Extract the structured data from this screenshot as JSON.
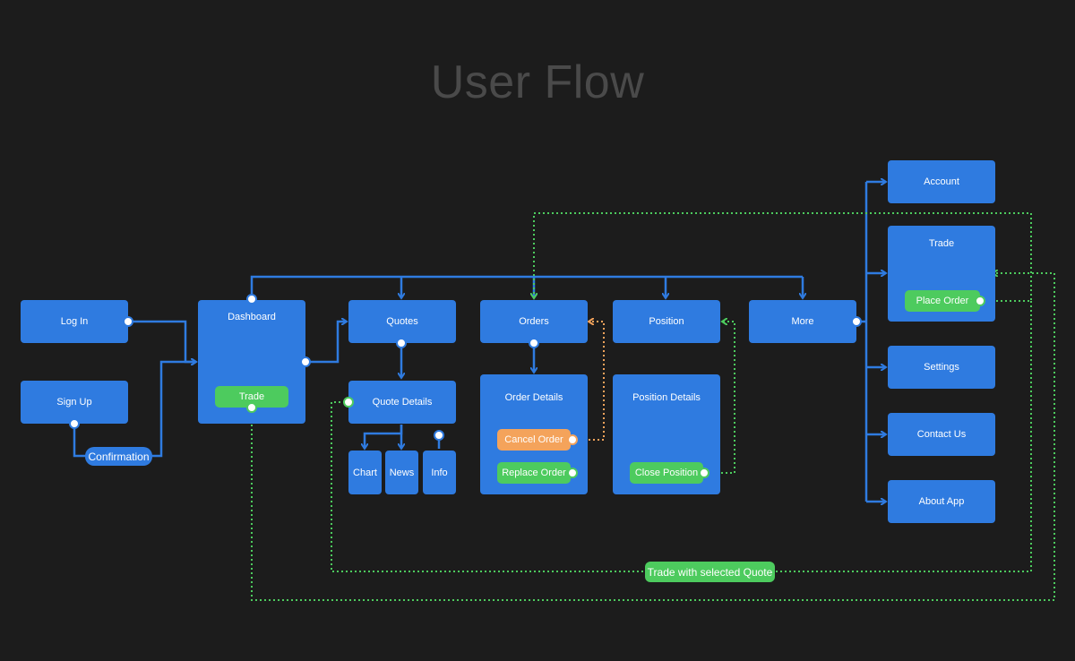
{
  "title": "User Flow",
  "nodes": {
    "login": "Log In",
    "signup": "Sign Up",
    "confirmation": "Confirmation",
    "dashboard": "Dashboard",
    "dashboard_trade": "Trade",
    "quotes": "Quotes",
    "quote_details": "Quote Details",
    "chart": "Chart",
    "news": "News",
    "info": "Info",
    "orders": "Orders",
    "order_details": "Order Details",
    "cancel_order": "Cancel Order",
    "replace_order": "Replace Order",
    "position": "Position",
    "position_details": "Position Details",
    "close_position": "Close Position",
    "more": "More",
    "account": "Account",
    "trade": "Trade",
    "place_order": "Place Order",
    "settings": "Settings",
    "contact_us": "Contact Us",
    "about_app": "About App",
    "trade_with_quote": "Trade with selected Quote"
  },
  "colors": {
    "background": "#1c1c1c",
    "node": "#2f7be0",
    "green": "#4dcb5e",
    "orange": "#f4a35b",
    "title": "#4a4a4a"
  }
}
